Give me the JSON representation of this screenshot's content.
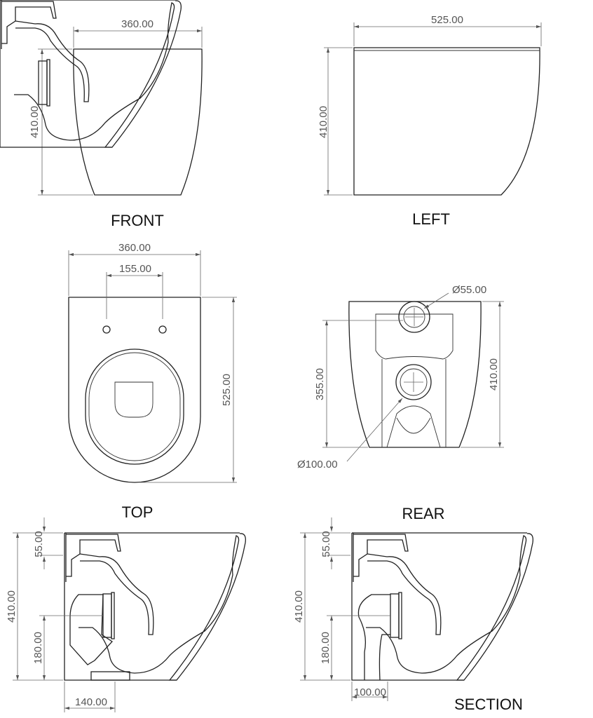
{
  "views": {
    "front": {
      "label": "FRONT",
      "width": "360.00",
      "height": "410.00"
    },
    "left": {
      "label": "LEFT",
      "depth": "525.00",
      "height": "410.00"
    },
    "top": {
      "label": "TOP",
      "width": "360.00",
      "hole_spacing": "155.00",
      "depth": "525.00"
    },
    "rear": {
      "label": "REAR",
      "inlet_diameter": "Ø55.00",
      "outlet_diameter": "Ø100.00",
      "inlet_height": "355.00",
      "height": "410.00"
    },
    "section_left": {
      "top_offset": "55.00",
      "height": "410.00",
      "outlet_height": "180.00",
      "outlet_offset": "140.00"
    },
    "section_right": {
      "top_offset": "55.00",
      "height": "410.00",
      "outlet_height": "180.00",
      "outlet_offset": "100.00"
    },
    "section_label": "SECTION"
  }
}
